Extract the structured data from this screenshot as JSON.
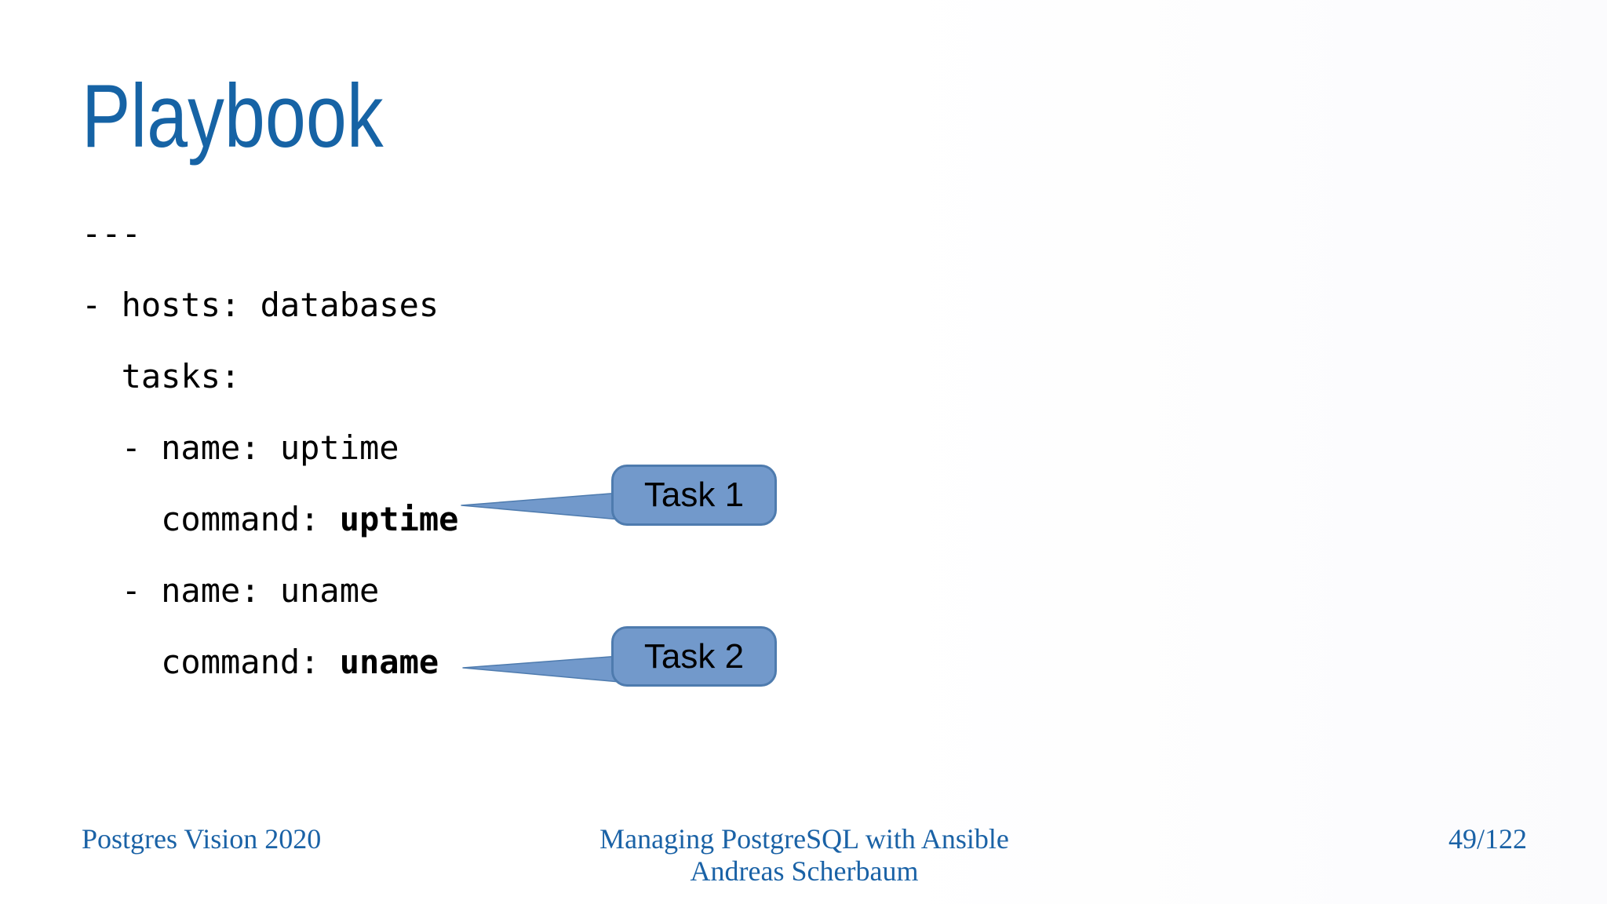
{
  "slide": {
    "title": "Playbook",
    "code": {
      "language": "yaml",
      "lines": [
        {
          "text": "---"
        },
        {
          "text": "- hosts: databases"
        },
        {
          "text": "  tasks:"
        },
        {
          "text": "  - name: uptime"
        },
        {
          "text": "    command: ",
          "bold": "uptime"
        },
        {
          "text": "  - name: uname"
        },
        {
          "text": "    command: ",
          "bold": "uname"
        }
      ]
    },
    "callouts": [
      {
        "label": "Task 1"
      },
      {
        "label": "Task 2"
      }
    ],
    "footer": {
      "left": "Postgres Vision 2020",
      "center_line1": "Managing PostgreSQL with Ansible",
      "center_line2": "Andreas Scherbaum",
      "right": "49/122"
    }
  },
  "colors": {
    "accent_blue": "#1663A5",
    "footer_blue": "#1A62A6",
    "callout_fill": "#7299CB",
    "callout_border": "#4E7BAE",
    "code_text": "#000000"
  }
}
